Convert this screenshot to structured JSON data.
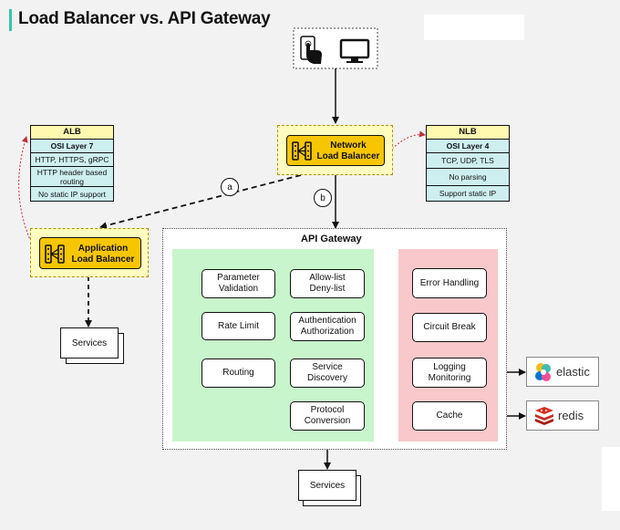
{
  "title": "Load Balancer vs. API Gateway",
  "alb": {
    "header": "ALB",
    "rows": [
      "OSI Layer 7",
      "HTTP, HTTPS, gRPC",
      "HTTP header based\nrouting",
      "No static IP support"
    ]
  },
  "nlb": {
    "header": "NLB",
    "rows": [
      "OSI Layer 4",
      "TCP, UDP, TLS",
      "No parsing",
      "Support static IP"
    ]
  },
  "network_lb": {
    "label": "Network\nLoad Balancer"
  },
  "application_lb": {
    "label": "Application\nLoad Balancer"
  },
  "path_a": "a",
  "path_b": "b",
  "services_left": "Services",
  "services_bottom": "Services",
  "gateway": {
    "title": "API Gateway",
    "steps": {
      "param_validation": "Parameter\nValidation",
      "allow_deny": "Allow-list\nDeny-list",
      "auth": "Authentication\nAuthorization",
      "rate_limit": "Rate Limit",
      "routing": "Routing",
      "service_discovery": "Service\nDiscovery",
      "protocol_conversion": "Protocol\nConversion"
    },
    "cross_cutting": {
      "error_handling": "Error Handling",
      "circuit_break": "Circuit Break",
      "logging": "Logging\nMonitoring",
      "cache": "Cache"
    }
  },
  "integrations": {
    "elastic": "elastic",
    "redis": "redis"
  },
  "colors": {
    "accent": "#34c6a8",
    "lb_yellow": "#f7c600",
    "gateway_green": "#c8f5cc",
    "gateway_pink": "#f8c8ca",
    "table_cyan": "#cdeff0",
    "table_header": "#fff9b0"
  },
  "icons": [
    "mobile-touch-icon",
    "desktop-monitor-icon",
    "load-balancer-icon",
    "elastic-logo-icon",
    "redis-logo-icon"
  ]
}
